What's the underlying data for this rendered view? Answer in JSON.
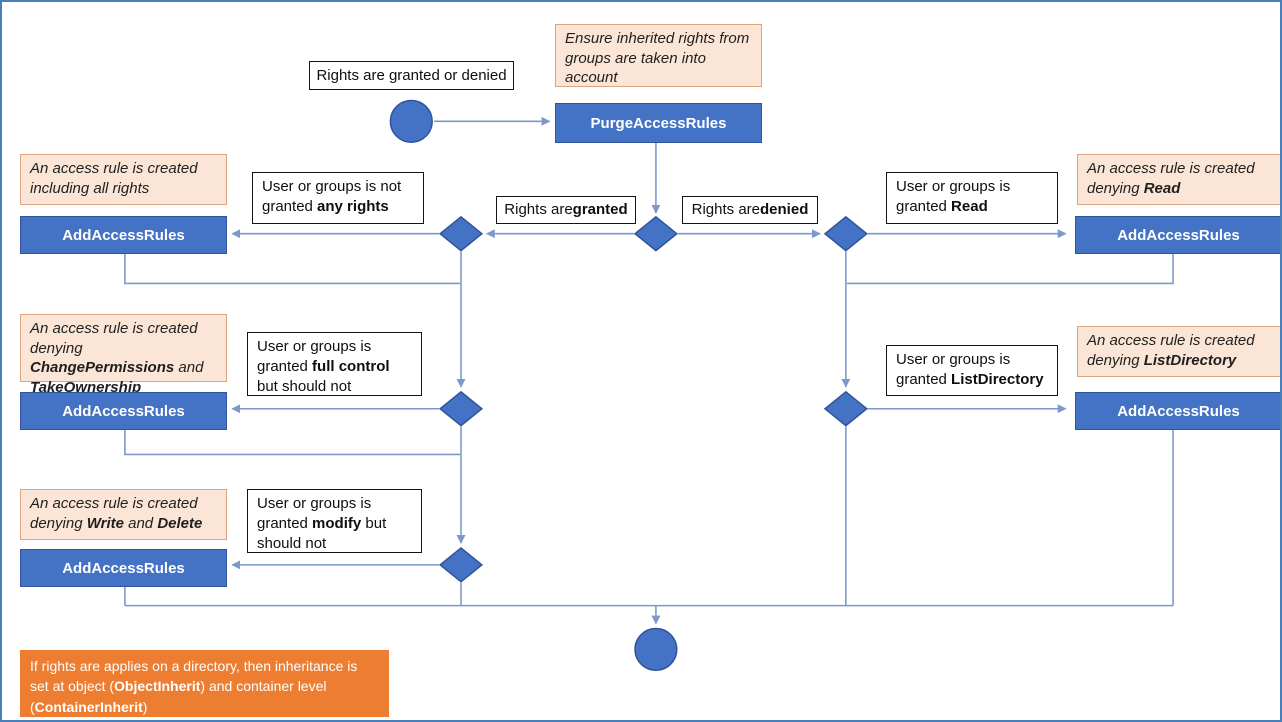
{
  "colors": {
    "canvas_border": "#4a7ebb",
    "node_blue": "#4472c4",
    "node_border": "#31549b",
    "connector": "#7e99c9",
    "note_bg": "#fbe5d6",
    "note_border": "#dda47f",
    "callout_orange": "#ed7d31"
  },
  "nodes": {
    "purge": "PurgeAccessRules",
    "add_all_rights": "AddAccessRules",
    "add_change_perms": "AddAccessRules",
    "add_write_delete": "AddAccessRules",
    "add_deny_read": "AddAccessRules",
    "add_deny_listdir": "AddAccessRules"
  },
  "labels": {
    "granted_or_denied": [
      {
        "t": "Rights are granted or denied"
      }
    ],
    "rights_granted": [
      {
        "t": "Rights are "
      },
      {
        "t": "granted",
        "b": true
      }
    ],
    "rights_denied": [
      {
        "t": "Rights are "
      },
      {
        "t": "denied",
        "b": true
      }
    ],
    "not_granted_any": [
      {
        "t": "User or groups is not granted "
      },
      {
        "t": "any rights",
        "b": true
      }
    ],
    "granted_full_control": [
      {
        "t": "User or groups is granted "
      },
      {
        "t": "full control",
        "b": true
      },
      {
        "t": " but should not"
      }
    ],
    "granted_modify": [
      {
        "t": "User or groups is granted "
      },
      {
        "t": "modify",
        "b": true
      },
      {
        "t": " but should not"
      }
    ],
    "granted_read": [
      {
        "t": "User or groups is granted "
      },
      {
        "t": "Read",
        "b": true
      }
    ],
    "granted_listdirectory": [
      {
        "t": "User or groups is granted "
      },
      {
        "t": "ListDirectory",
        "b": true
      }
    ]
  },
  "notes": {
    "inherited_rights": [
      {
        "t": "Ensure inherited rights from groups are taken into account",
        "i": true
      }
    ],
    "all_rights": [
      {
        "t": "An access rule is created including all rights",
        "i": true
      }
    ],
    "change_permissions": [
      {
        "t": "An access rule is created denying ",
        "i": true
      },
      {
        "t": "ChangePermissions",
        "b": true,
        "i": true
      },
      {
        "t": " and ",
        "i": true
      },
      {
        "t": "TakeOwnership",
        "b": true,
        "i": true
      }
    ],
    "write_delete": [
      {
        "t": "An access rule is created denying ",
        "i": true
      },
      {
        "t": "Write",
        "b": true,
        "i": true
      },
      {
        "t": " and ",
        "i": true
      },
      {
        "t": "Delete",
        "b": true,
        "i": true
      }
    ],
    "deny_read": [
      {
        "t": "An access rule is created denying ",
        "i": true
      },
      {
        "t": "Read",
        "b": true,
        "i": true
      }
    ],
    "deny_listdirectory": [
      {
        "t": "An access rule is created denying ",
        "i": true
      },
      {
        "t": "ListDirectory",
        "b": true,
        "i": true
      }
    ]
  },
  "callout": {
    "inheritance": [
      {
        "t": "If rights are applies on a directory, then inheritance is set at object ("
      },
      {
        "t": "ObjectInherit",
        "b": true
      },
      {
        "t": ") and container level ("
      },
      {
        "t": "ContainerInherit",
        "b": true
      },
      {
        "t": ")"
      }
    ]
  }
}
